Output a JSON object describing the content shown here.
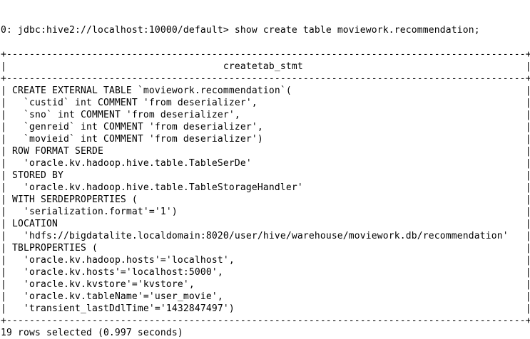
{
  "terminal": {
    "prompt": "0: jdbc:hive2://localhost:10000/default>",
    "command": "show create table moviework.recommendation;",
    "column_header": "createtab_stmt",
    "rows": [
      "CREATE EXTERNAL TABLE `moviework.recommendation`(",
      "  `custid` int COMMENT 'from deserializer',",
      "  `sno` int COMMENT 'from deserializer',",
      "  `genreid` int COMMENT 'from deserializer',",
      "  `movieid` int COMMENT 'from deserializer')",
      "ROW FORMAT SERDE",
      "  'oracle.kv.hadoop.hive.table.TableSerDe'",
      "STORED BY",
      "  'oracle.kv.hadoop.hive.table.TableStorageHandler'",
      "WITH SERDEPROPERTIES (",
      "  'serialization.format'='1')",
      "LOCATION",
      "  'hdfs://bigdatalite.localdomain:8020/user/hive/warehouse/moviework.db/recommendation'",
      "TBLPROPERTIES (",
      "  'oracle.kv.hadoop.hosts'='localhost',",
      "  'oracle.kv.hosts'='localhost:5000',",
      "  'oracle.kv.kvstore'='kvstore',",
      "  'oracle.kv.tableName'='user_movie',",
      "  'transient_lastDdlTime'='1432847497')"
    ],
    "status": "19 rows selected (0.997 seconds)"
  }
}
